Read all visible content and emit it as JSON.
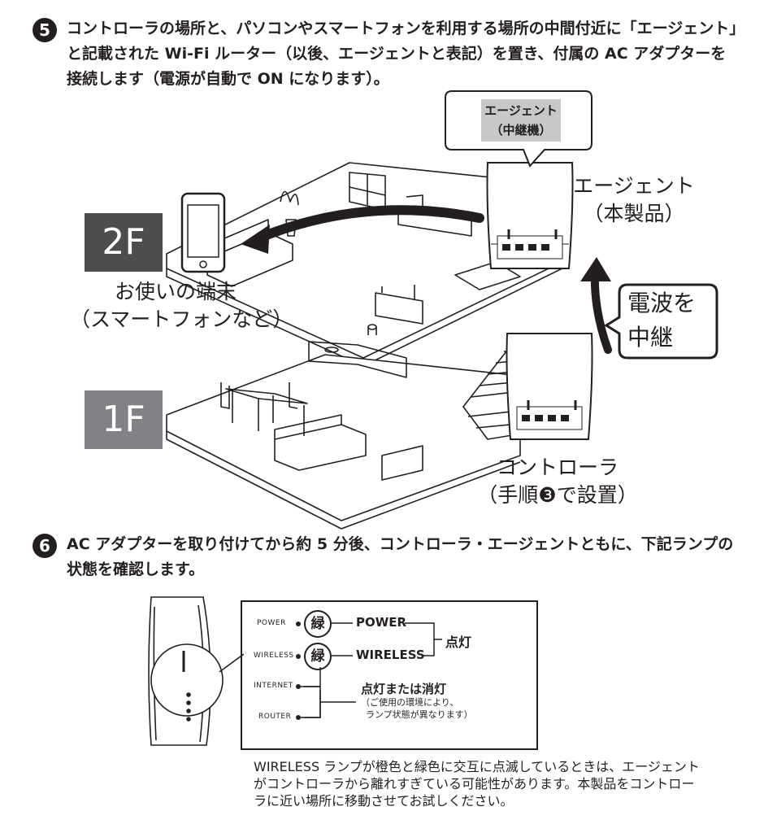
{
  "step5": {
    "number": "5",
    "lines": [
      "コントローラの場所と、パソコンやスマートフォンを利用する場所の中間付近に「エージェント」",
      "と記載された Wi-Fi ルーター（以後、エージェントと表記）を置き、付属の AC アダプターを",
      "接続します（電源が自動で ON になります）。"
    ]
  },
  "illustration": {
    "callout_top": [
      "エージェント",
      "（中継機）"
    ],
    "agent_label": [
      "エージェント",
      "（本製品）"
    ],
    "relay_callout": [
      "電波を",
      "中継"
    ],
    "floor_2f": "2F",
    "floor_1f": "1F",
    "device_label": [
      "お使いの端末",
      "（スマートフォンなど）"
    ],
    "controller_label": [
      "コントローラ",
      "（手順❸で設置）"
    ],
    "colors": {
      "floor_2f_bg": "#4d4d4f",
      "floor_1f_bg": "#808285"
    }
  },
  "step6": {
    "number": "6",
    "lines": [
      "AC アダプターを取り付けてから約 5 分後、コントローラ・エージェントともに、下記ランプの",
      "状態を確認します。"
    ]
  },
  "lamps": {
    "power_small": "POWER",
    "wireless_small": "WIRELESS",
    "internet_small": "INTERNET",
    "router_small": "ROUTER",
    "green_mark": "緑",
    "power_name": "POWER",
    "wireless_name": "WIRELESS",
    "lit": "点灯",
    "lit_or_off": "点灯または消灯",
    "lit_or_off_note": [
      "（ご使用の環境により、",
      "ランプ状態が異なります）"
    ]
  },
  "note": {
    "lines": [
      "WIRELESS ランプが橙色と緑色に交互に点滅しているときは、エージェント",
      "がコントローラから離れすぎている可能性があります。本製品をコントロー",
      "ラに近い場所に移動させてお試しください。"
    ]
  }
}
